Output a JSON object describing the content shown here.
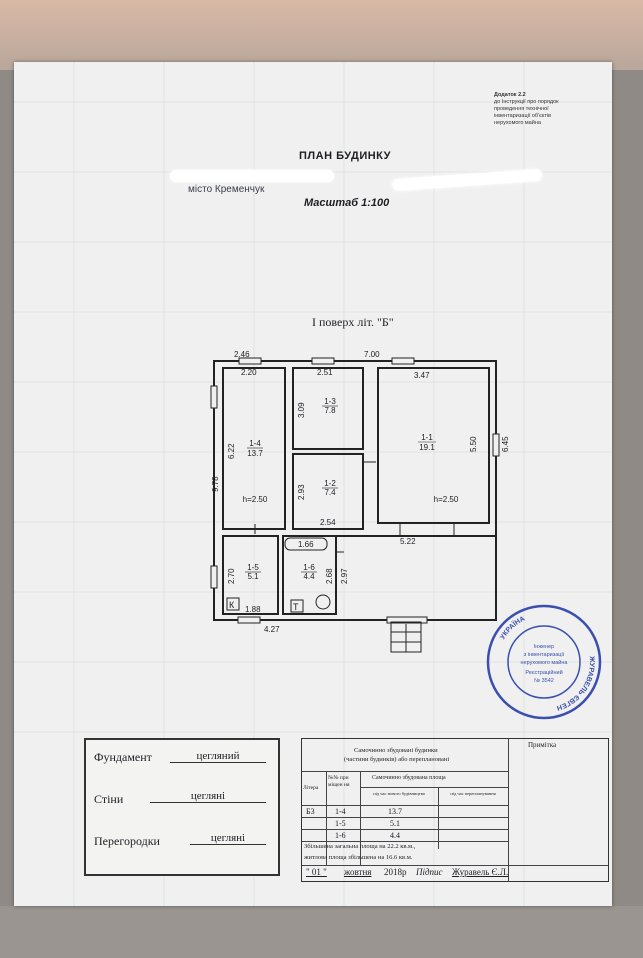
{
  "header": {
    "annex_lines": [
      "Додаток 2.2",
      "до Інструкції про порядок",
      "проведення технічної",
      "інвентаризації об'єктів",
      "нерухомого майна"
    ],
    "title": "ПЛАН БУДИНКУ",
    "city": "місто Кременчук",
    "scale": "Масштаб 1:100"
  },
  "plan": {
    "floor_label": "І поверх літ. \"Б\"",
    "dimensions": {
      "top_left": "2.46",
      "top_inner_left": "2.20",
      "top_mid": "2.51",
      "top_total": "7.00",
      "top_right": "3.47",
      "left_total": "9.78",
      "room14_height": "6.22",
      "room13_height": "3.09",
      "room12_height": "2.93",
      "right_total": "6.45",
      "room11_height": "5.50",
      "mid_width": "2.54",
      "bath_width": "1.66",
      "room15_height": "2.70",
      "room16_height": "2.68",
      "bottom_inner": "2.97",
      "bottom_right": "5.22",
      "bottom_left_inner": "1.88",
      "bottom_total": "4.27"
    },
    "rooms": [
      {
        "id": "1-4",
        "area": "13.7",
        "height": "h=2.50"
      },
      {
        "id": "1-3",
        "area": "7.8"
      },
      {
        "id": "1-2",
        "area": "7.4"
      },
      {
        "id": "1-1",
        "area": "19.1",
        "height": "h=2.50"
      },
      {
        "id": "1-5",
        "area": "5.1"
      },
      {
        "id": "1-6",
        "area": "4.4"
      }
    ],
    "symbols": {
      "k": "К",
      "t": "Т"
    }
  },
  "stamp": {
    "center_text": [
      "Інженер",
      "з інвентаризації",
      "нерухомого майна",
      "Реєстраційний",
      "№ 3542"
    ],
    "name": "ЖУРАВЕЛЬ ЄВГЕН",
    "country": "УКРАЇНА"
  },
  "materials": {
    "foundation_label": "Фундамент",
    "foundation_value": "цегляний",
    "walls_label": "Стіни",
    "walls_value": "цегляні",
    "partitions_label": "Перегородки",
    "partitions_value": "цегляні"
  },
  "register": {
    "heading1": "Самочинно збудовані будинки",
    "heading2": "(частини будинків) або переплановані",
    "note_header": "Примітка",
    "col_litera": "Літера",
    "col_room": "№№ при міщен ня",
    "col_area": "Самочинно збудована площа",
    "col_before": "під час нового будівництва",
    "col_after": "під час перепланування",
    "rows": [
      {
        "litera": "Б3",
        "room": "1-4",
        "area": "13.7"
      },
      {
        "litera": "",
        "room": "1-5",
        "area": "5.1"
      },
      {
        "litera": "",
        "room": "1-6",
        "area": "4.4"
      }
    ],
    "total_line1": "Збільшена загальна площа на 22.2 кв.м.,",
    "total_line2": "житлова площа збільшена на 16.6 кв.м.",
    "date_day": "\" 01 \"",
    "date_month": "жовтня",
    "date_year": "2018р",
    "sign_label": "Підпис",
    "signer": "Журавель Є.Л."
  }
}
